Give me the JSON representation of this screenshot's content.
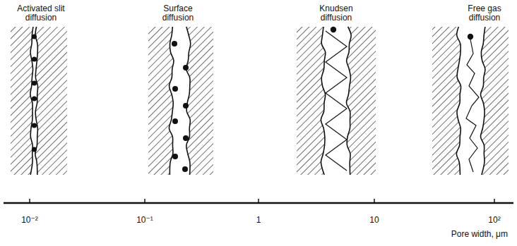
{
  "diagram": {
    "labels": [
      "Activated slit diffusion",
      "Surface diffusion",
      "Knudsen diffusion",
      "Free gas diffusion",
      "10⁻²",
      "10⁻¹",
      "1",
      "10",
      "10²",
      "Pore width, μm"
    ]
  }
}
